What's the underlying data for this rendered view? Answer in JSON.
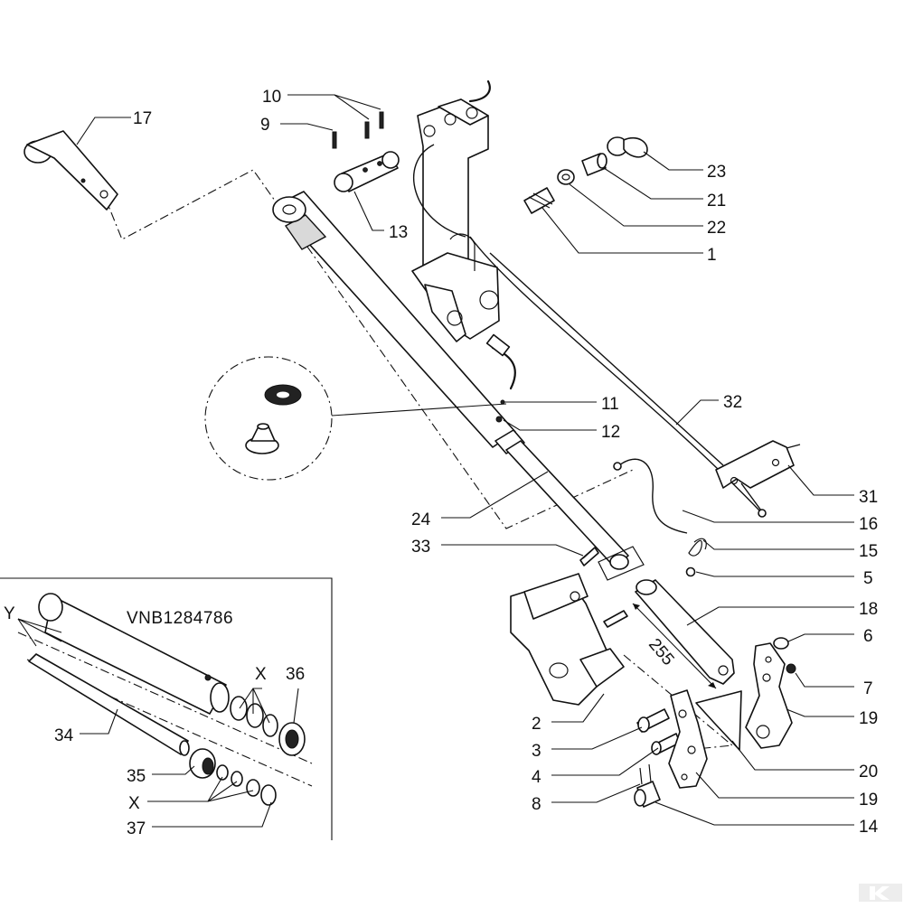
{
  "callouts": [
    {
      "id": "l10",
      "text": "10"
    },
    {
      "id": "l9",
      "text": "9"
    },
    {
      "id": "l17",
      "text": "17"
    },
    {
      "id": "l23",
      "text": "23"
    },
    {
      "id": "l21",
      "text": "21"
    },
    {
      "id": "l22",
      "text": "22"
    },
    {
      "id": "l13",
      "text": "13"
    },
    {
      "id": "l1",
      "text": "1"
    },
    {
      "id": "l11",
      "text": "11"
    },
    {
      "id": "l32",
      "text": "32"
    },
    {
      "id": "l12",
      "text": "12"
    },
    {
      "id": "l31",
      "text": "31"
    },
    {
      "id": "l24",
      "text": "24"
    },
    {
      "id": "l16",
      "text": "16"
    },
    {
      "id": "l33",
      "text": "33"
    },
    {
      "id": "l15",
      "text": "15"
    },
    {
      "id": "l5",
      "text": "5"
    },
    {
      "id": "l18",
      "text": "18"
    },
    {
      "id": "l6",
      "text": "6"
    },
    {
      "id": "l7",
      "text": "7"
    },
    {
      "id": "l19a",
      "text": "19"
    },
    {
      "id": "l2",
      "text": "2"
    },
    {
      "id": "l3",
      "text": "3"
    },
    {
      "id": "l20",
      "text": "20"
    },
    {
      "id": "l4",
      "text": "4"
    },
    {
      "id": "l8",
      "text": "8"
    },
    {
      "id": "l19b",
      "text": "19"
    },
    {
      "id": "l14",
      "text": "14"
    },
    {
      "id": "l36",
      "text": "36"
    },
    {
      "id": "l34",
      "text": "34"
    },
    {
      "id": "l35",
      "text": "35"
    },
    {
      "id": "lXa",
      "text": "X"
    },
    {
      "id": "lXb",
      "text": "X"
    },
    {
      "id": "l37",
      "text": "37"
    },
    {
      "id": "lY",
      "text": "Y"
    }
  ],
  "inset": {
    "code": "VNB1284786"
  },
  "dimension": {
    "value": "255"
  },
  "brand_mark": {
    "icon": "brand-k-logo-icon"
  }
}
